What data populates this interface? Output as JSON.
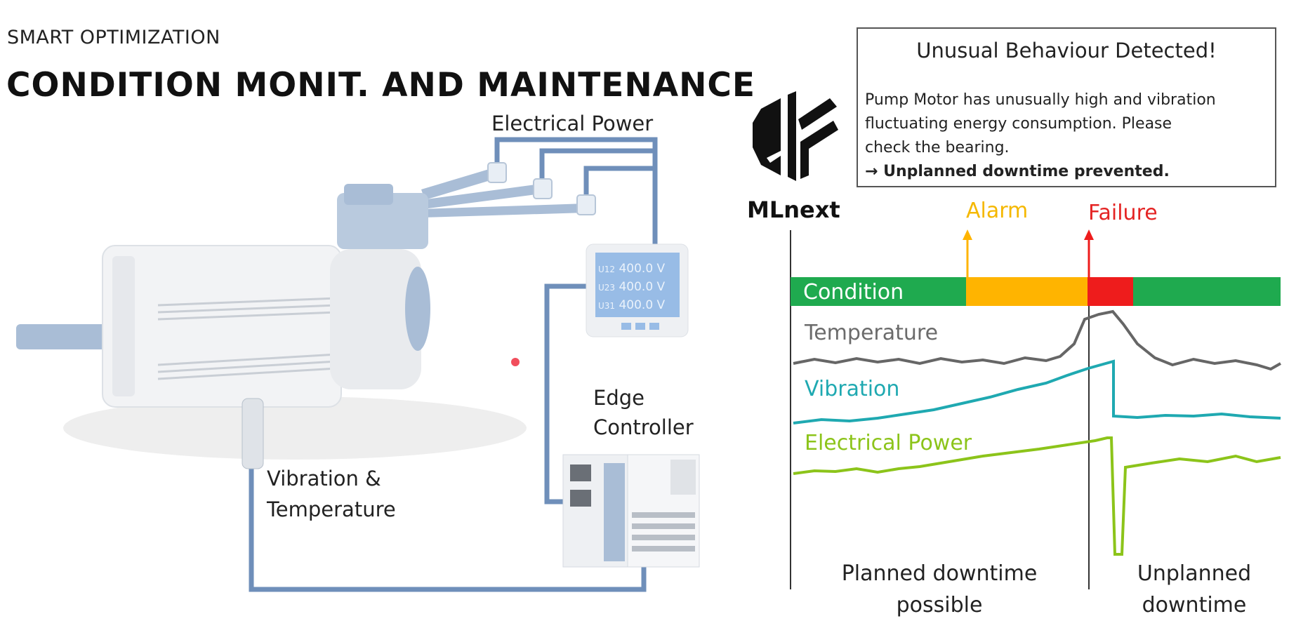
{
  "header": {
    "subtitle": "SMART OPTIMIZATION",
    "title": "CONDITION MONIT. AND MAINTENANCE"
  },
  "alert": {
    "title": "Unusual Behaviour Detected!",
    "body_lines": [
      "Pump Motor has unusually high and vibration",
      "fluctuating energy consumption. Please",
      "check the bearing."
    ],
    "conclusion": "→ Unplanned downtime prevented."
  },
  "logo": {
    "name": "MLnext"
  },
  "diagram": {
    "electrical_power_label": "Electrical Power",
    "edge_controller_label": [
      "Edge",
      "Controller"
    ],
    "sensor_label": [
      "Vibration &",
      "Temperature"
    ],
    "meter_readings": [
      {
        "label": "U12",
        "value": "400.0 V"
      },
      {
        "label": "U23",
        "value": "400.0 V"
      },
      {
        "label": "U31",
        "value": "400.0 V"
      }
    ]
  },
  "timeline": {
    "events": {
      "alarm": "Alarm",
      "failure": "Failure"
    },
    "condition_label": "Condition",
    "signals": {
      "temperature": "Temperature",
      "vibration": "Vibration",
      "electrical_power": "Electrical Power"
    },
    "phases": {
      "planned": [
        "Planned downtime",
        "possible"
      ],
      "unplanned": [
        "Unplanned",
        "downtime"
      ]
    },
    "colors": {
      "ok": "#1faa4f",
      "alarm": "#ffb400",
      "failure": "#ee1c1c",
      "temperature": "#666666",
      "vibration": "#1fa9b1",
      "power": "#8cc41a",
      "cable": "#6f8fba"
    }
  }
}
